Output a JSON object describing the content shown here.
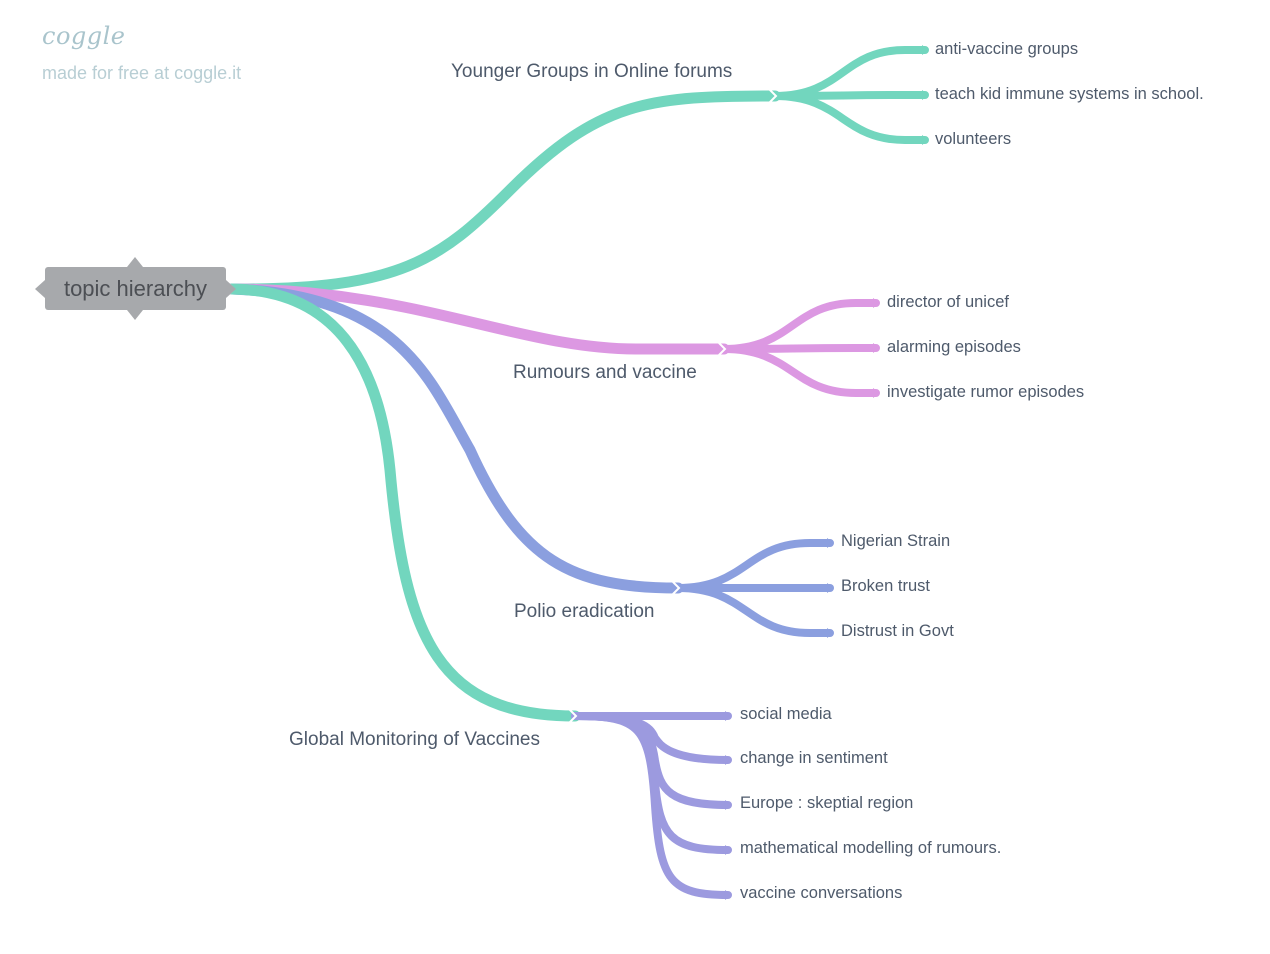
{
  "branding": {
    "logo": "coggle",
    "tagline": "made for free at coggle.it"
  },
  "colors": {
    "teal": "#72d6be",
    "pink": "#dc98e2",
    "blue": "#8b9fdf",
    "violet": "#9c9adf",
    "root_bg": "#a7a9ac",
    "text": "#4e5a6b"
  },
  "root": {
    "label": "topic hierarchy"
  },
  "branches": [
    {
      "label": "Younger Groups in Online forums",
      "color": "teal",
      "children": [
        "anti-vaccine groups",
        "teach kid immune systems in school.",
        "volunteers"
      ]
    },
    {
      "label": "Rumours and vaccine",
      "color": "pink",
      "children": [
        "director of unicef",
        "alarming episodes",
        "investigate rumor episodes"
      ]
    },
    {
      "label": "Polio eradication",
      "color": "blue",
      "children": [
        "Nigerian Strain",
        "Broken trust",
        "Distrust in Govt"
      ]
    },
    {
      "label": "Global Monitoring of Vaccines",
      "color": "teal",
      "child_color": "violet",
      "children": [
        "social media",
        "change in sentiment",
        "Europe : skeptial region",
        "mathematical modelling of rumours.",
        "vaccine conversations"
      ]
    }
  ]
}
